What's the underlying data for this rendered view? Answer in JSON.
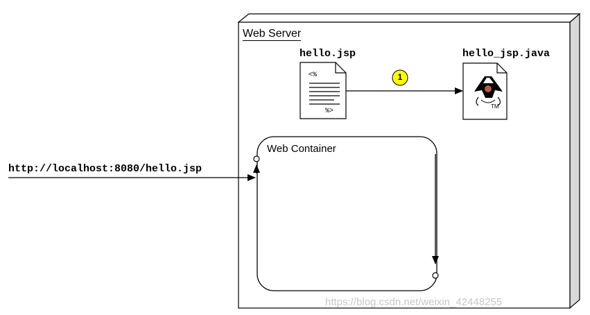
{
  "server": {
    "title": "Web Server"
  },
  "jsp_file": {
    "name": "hello.jsp",
    "open_tag": "<%",
    "close_tag": "%>"
  },
  "java_file": {
    "name": "hello_jsp.java",
    "trademark": "TM"
  },
  "step": {
    "number": "1"
  },
  "container": {
    "title": "Web Container"
  },
  "request": {
    "url": "http://localhost:8080/hello.jsp"
  },
  "watermark": {
    "text": "https://blog.csdn.net/weixin_42448255"
  },
  "colors": {
    "step_badge": "#ffff00",
    "box_side": "#d9d9d9",
    "stroke": "#000000",
    "watermark": "#c8c8c8"
  },
  "icons": {
    "jsp_file": "document-icon",
    "java_file": "java-duke-icon"
  }
}
